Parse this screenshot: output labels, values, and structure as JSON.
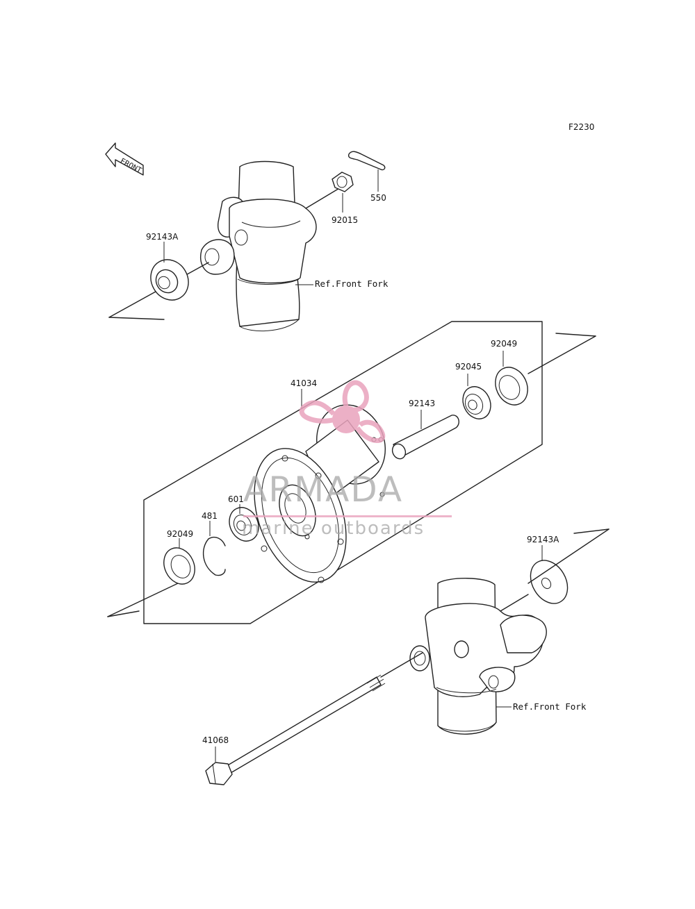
{
  "diagram": {
    "code": "F2230",
    "front_arrow": "FRONT",
    "parts": [
      {
        "id": "p-550",
        "label": "550"
      },
      {
        "id": "p-92015",
        "label": "92015"
      },
      {
        "id": "p-92143a-top",
        "label": "92143A"
      },
      {
        "id": "p-ref-fork-top",
        "label": "Ref.Front Fork"
      },
      {
        "id": "p-92049-right",
        "label": "92049"
      },
      {
        "id": "p-92045",
        "label": "92045"
      },
      {
        "id": "p-41034",
        "label": "41034"
      },
      {
        "id": "p-92143",
        "label": "92143"
      },
      {
        "id": "p-601",
        "label": "601"
      },
      {
        "id": "p-481",
        "label": "481"
      },
      {
        "id": "p-92049-left",
        "label": "92049"
      },
      {
        "id": "p-92143a-bottom",
        "label": "92143A"
      },
      {
        "id": "p-ref-fork-bottom",
        "label": "Ref.Front Fork"
      },
      {
        "id": "p-41068",
        "label": "41068"
      }
    ]
  },
  "watermark": {
    "brand": "ARMADA",
    "tagline": "marine outboards",
    "color": "#e9a3bd"
  }
}
